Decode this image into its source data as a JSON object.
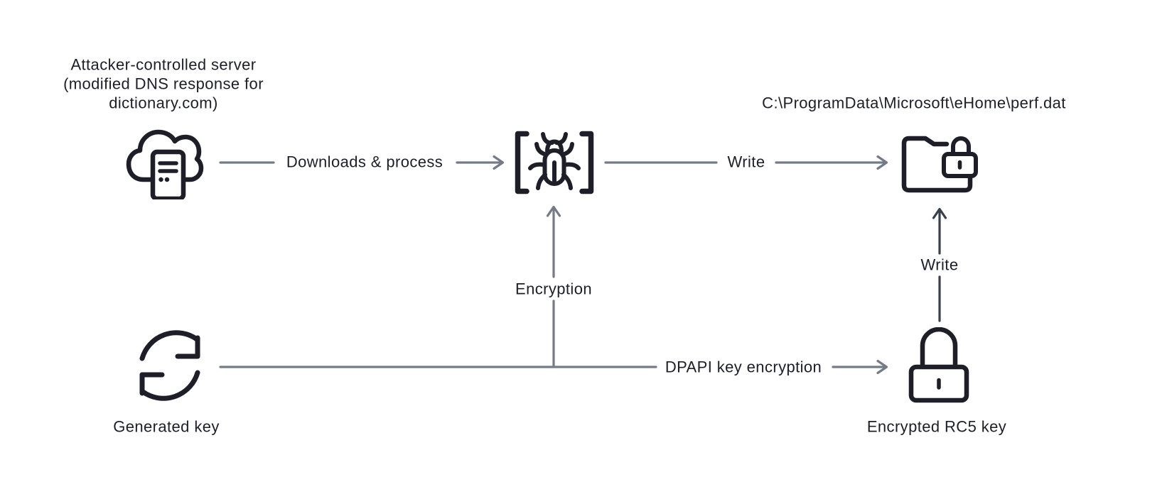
{
  "colors": {
    "background": "#ffffff",
    "ink": "#1d1e28",
    "connector": "#747b87",
    "connector_dark": "#394049"
  },
  "nodes": {
    "attacker_server": {
      "label": "Attacker-controlled server\n(modified DNS response for\ndictionary.com)",
      "icon": "cloud-server-icon"
    },
    "malware_process": {
      "icon": "bug-in-brackets-icon"
    },
    "dropped_file": {
      "label": "C:\\ProgramData\\Microsoft\\eHome\\perf.dat",
      "icon": "folder-lock-icon"
    },
    "generated_key": {
      "label": "Generated key",
      "icon": "refresh-arrows-icon"
    },
    "encrypted_rc5_key": {
      "label": "Encrypted RC5 key",
      "icon": "padlock-icon"
    }
  },
  "edges": {
    "downloads_process": {
      "label": "Downloads & process",
      "from": "attacker_server",
      "to": "malware_process"
    },
    "write_file": {
      "label": "Write",
      "from": "malware_process",
      "to": "dropped_file"
    },
    "encryption": {
      "label": "Encryption",
      "from": "generated_key",
      "to": "malware_process"
    },
    "dpapi_key_encryption": {
      "label": "DPAPI key encryption",
      "from": "generated_key",
      "to": "encrypted_rc5_key"
    },
    "write_key": {
      "label": "Write",
      "from": "encrypted_rc5_key",
      "to": "dropped_file"
    }
  }
}
